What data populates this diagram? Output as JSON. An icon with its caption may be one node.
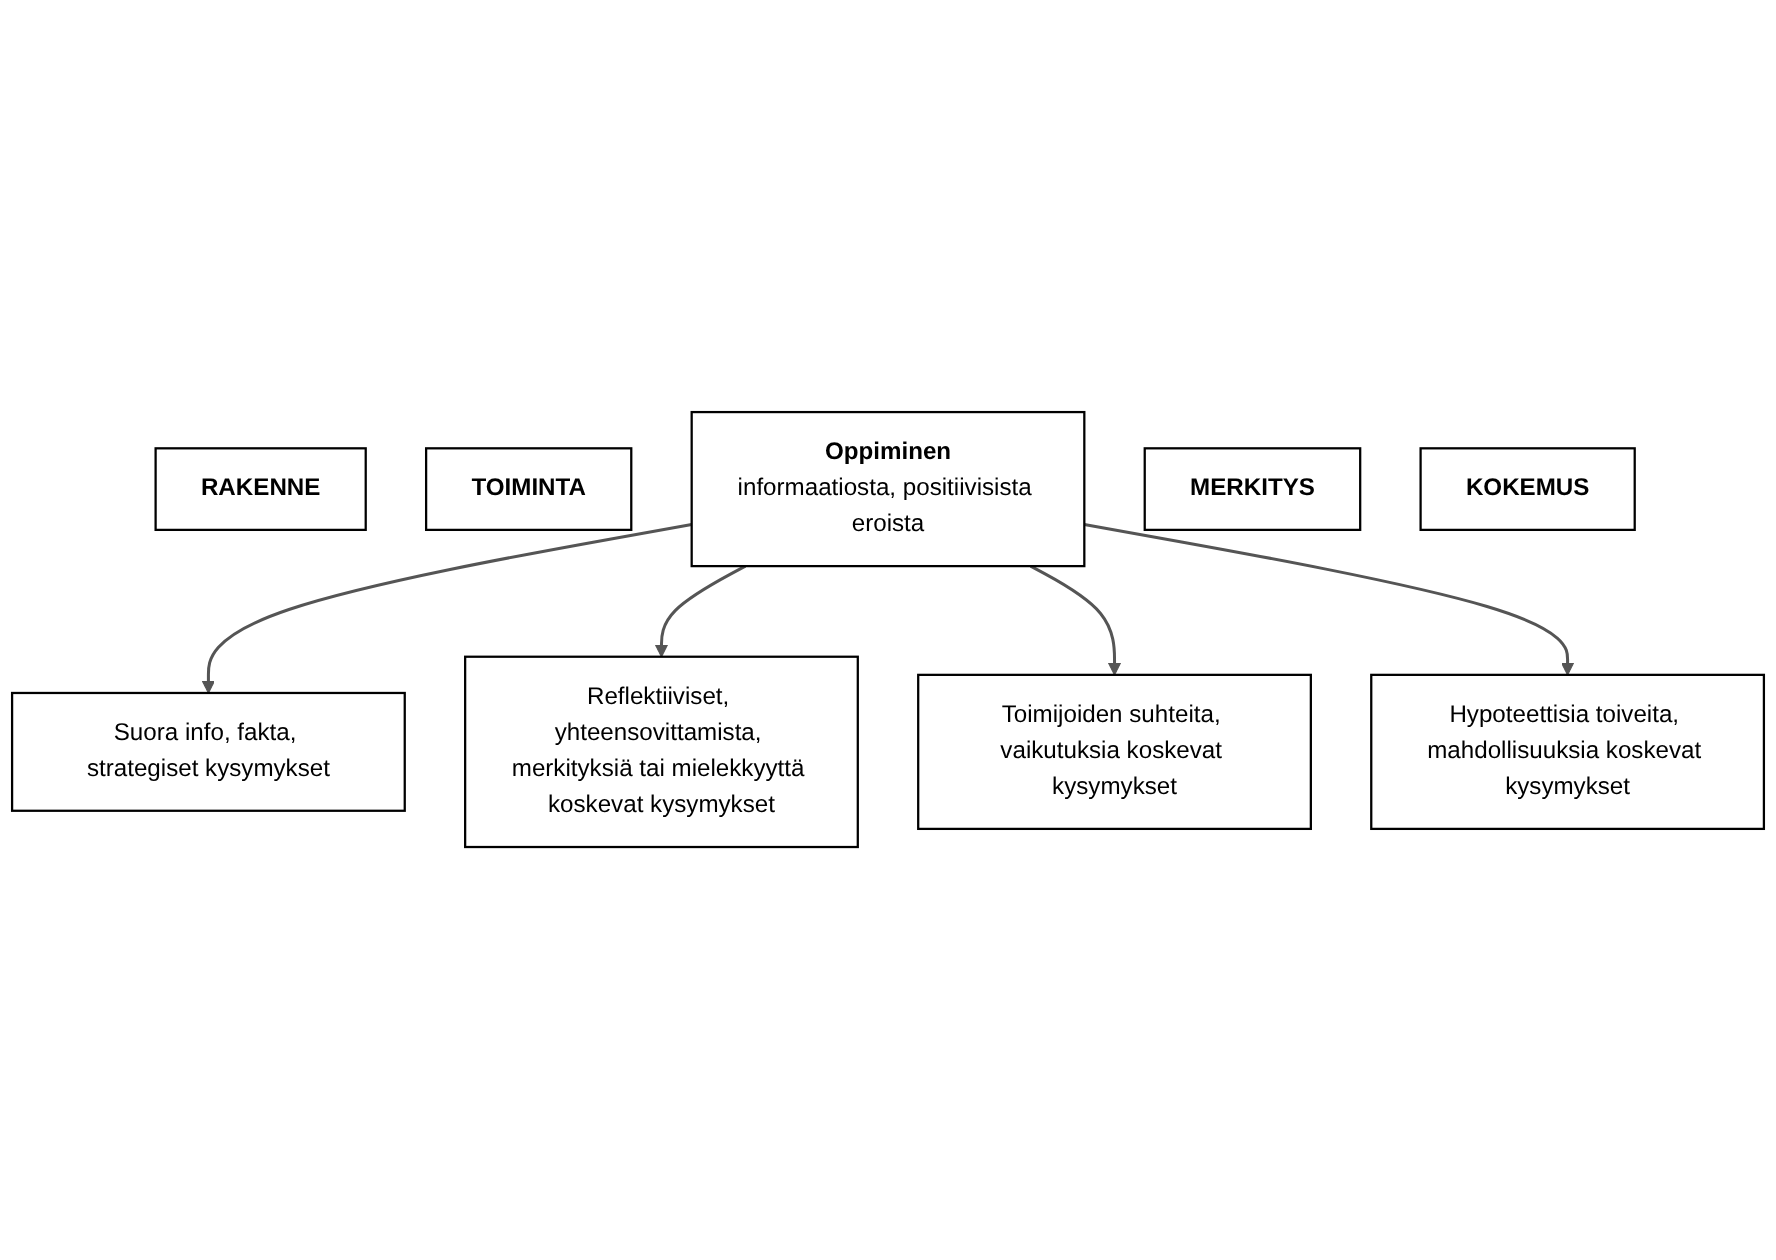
{
  "diagram": {
    "nodes": [
      {
        "text": [
          "RAKENNE"
        ]
      },
      {
        "text": [
          "Suora info, fakta, strategiset kysymykset"
        ]
      },
      {
        "text": [
          "TOIMINTA"
        ]
      },
      {
        "text": [
          "Reflektiiviset, yhteensovittamista, merkityksiä tai mielekkyyttä koskevat kysymykset"
        ]
      },
      {
        "text": [
          "Oppiminen",
          "informaatiosta, positiivisista eroista"
        ]
      },
      {
        "text": [
          "Toimijoiden suhteita, vaikutuksia koskevat kysymykset"
        ]
      },
      {
        "text": [
          "MERKITYS"
        ]
      },
      {
        "text": [
          "Hypoteettisia toiveita, mahdollisuuksia koskevat kysymykset"
        ]
      },
      {
        "text": [
          "KOKEMUS"
        ]
      }
    ],
    "edges": [
      {
        "from": 4,
        "to": 1,
        "arrow": "to"
      },
      {
        "from": 4,
        "to": 3,
        "arrow": "to"
      },
      {
        "from": 4,
        "to": 5,
        "arrow": "to"
      },
      {
        "from": 4,
        "to": 7,
        "arrow": "to"
      }
    ]
  }
}
